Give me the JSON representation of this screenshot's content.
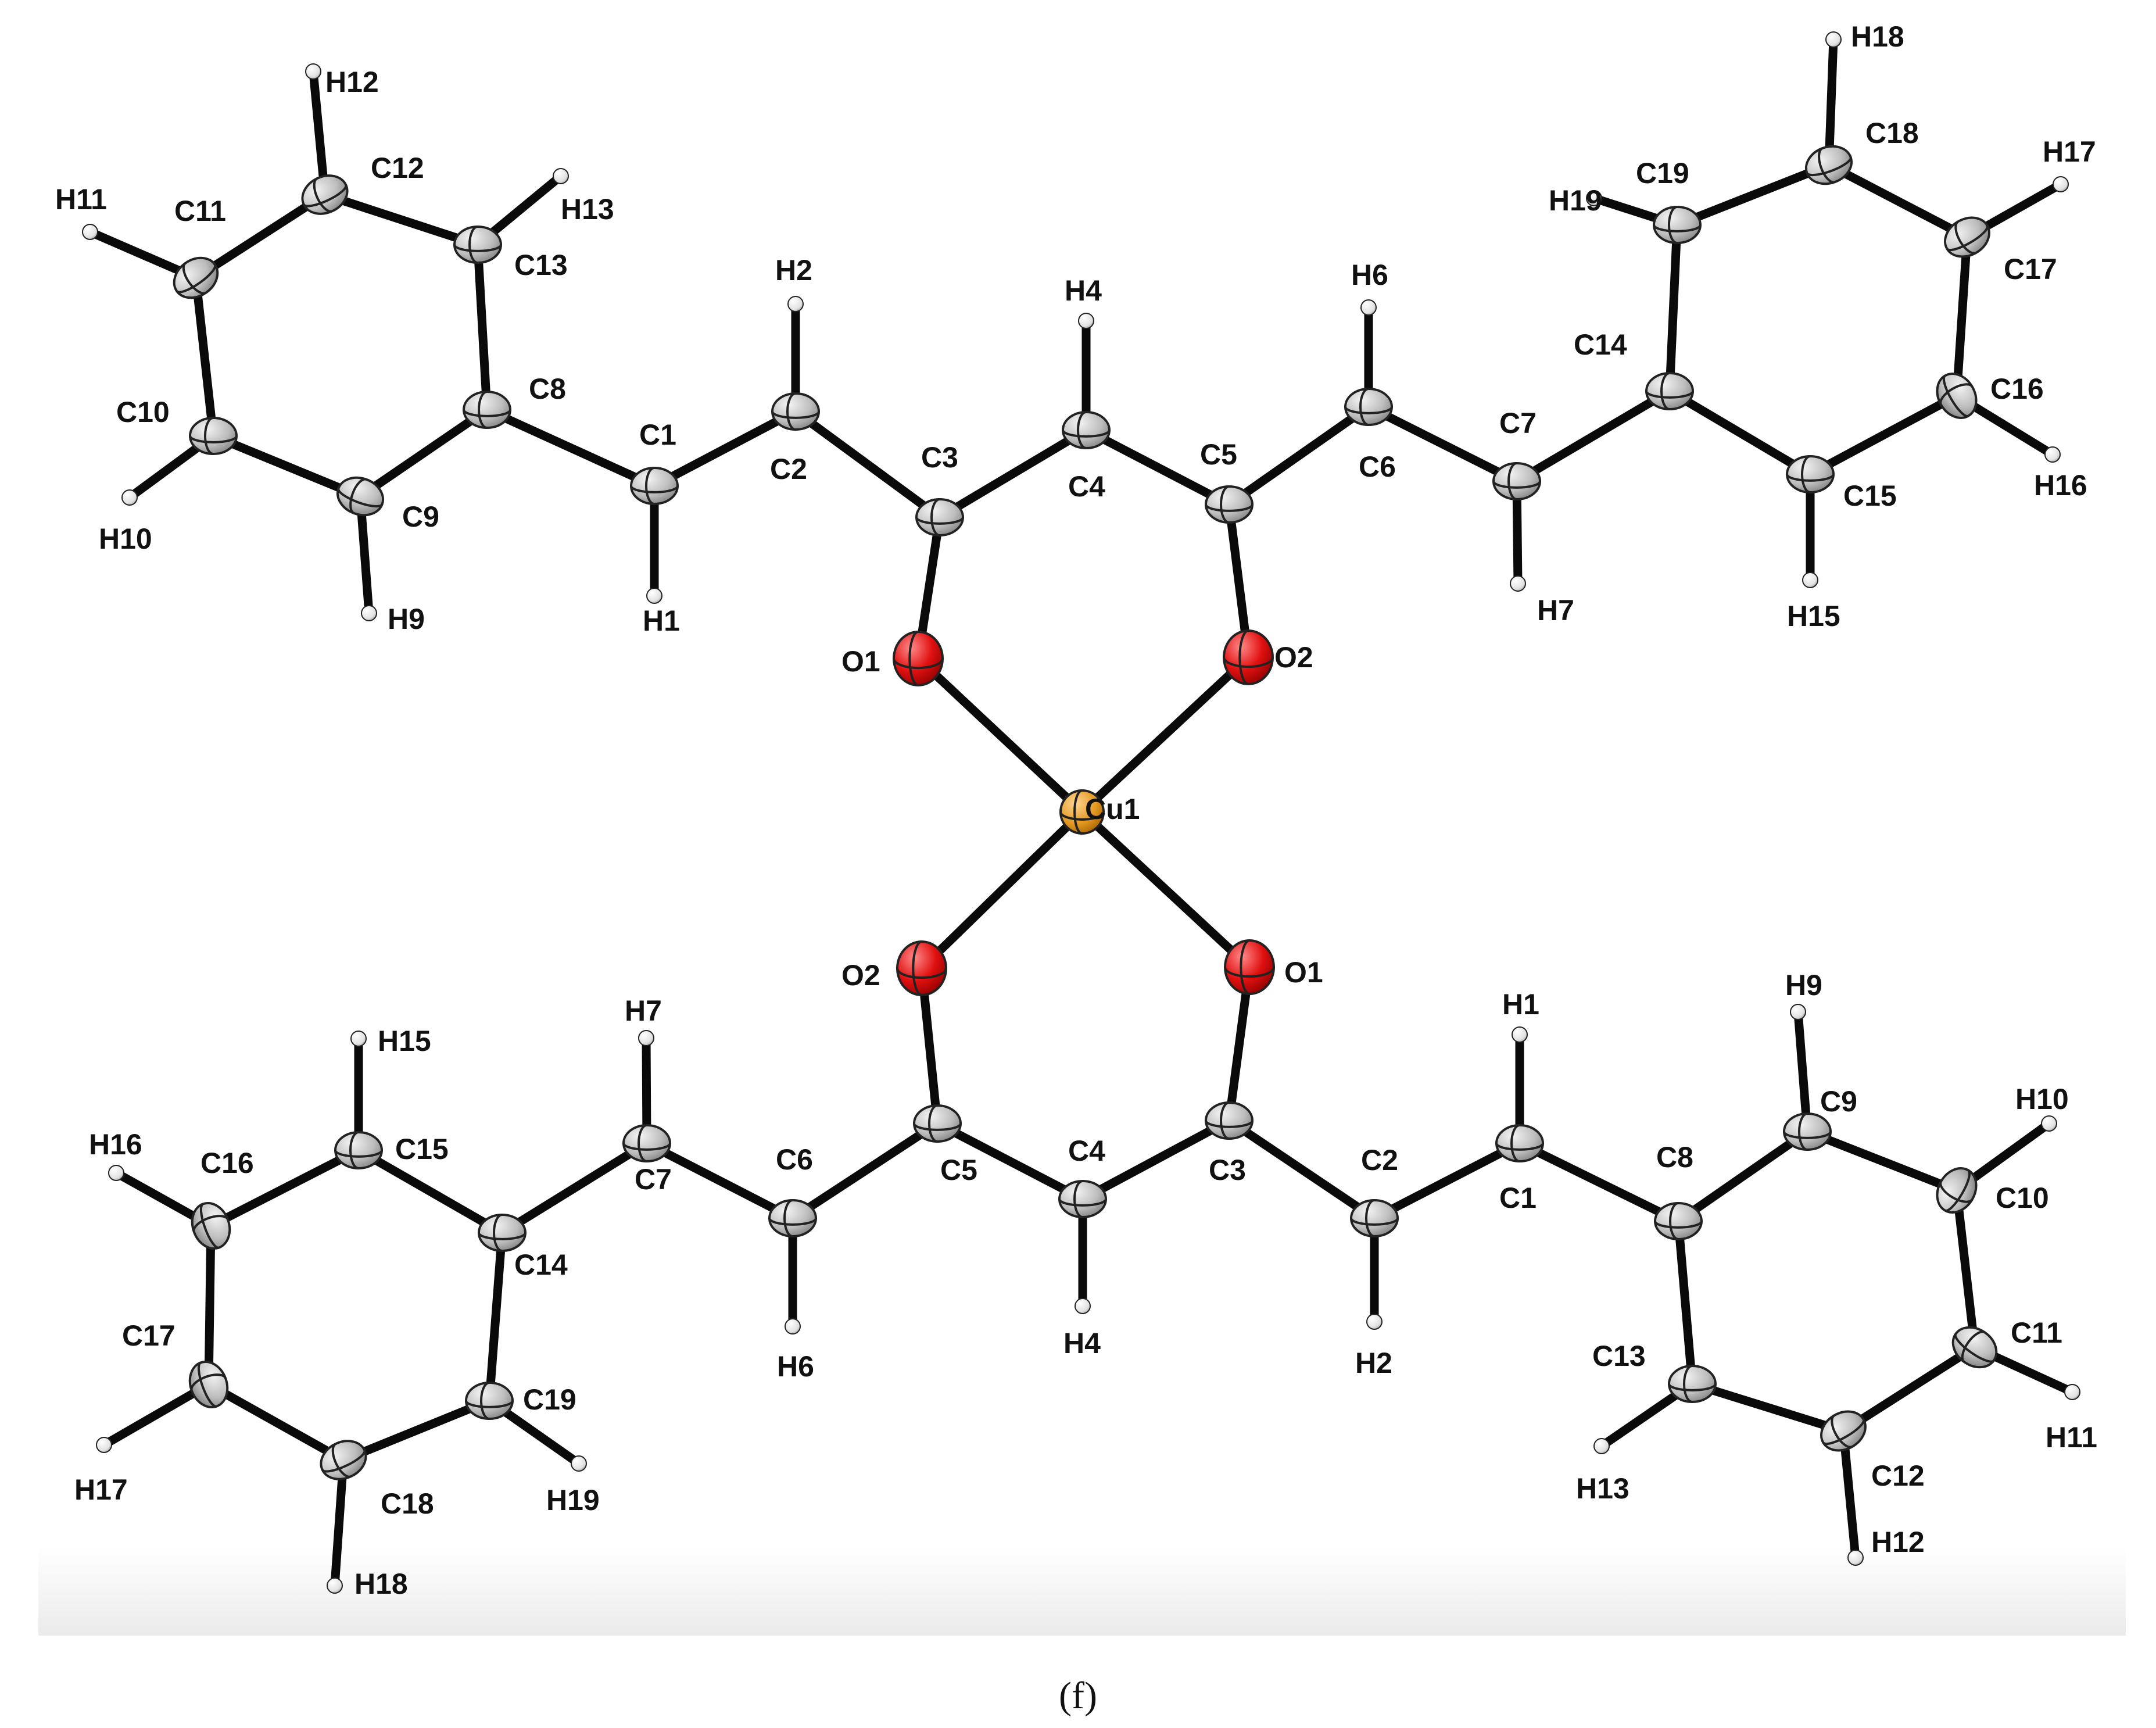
{
  "caption": "(f)",
  "colors": {
    "carbon": "#c4c4c4",
    "hydrogen": "#f2f2f2",
    "oxygen": "#e01010",
    "copper": "#e39820",
    "bond": "#0a0a0a"
  },
  "atoms": [
    {
      "id": "C1a",
      "label": "C1",
      "element": "C"
    },
    {
      "id": "C2a",
      "label": "C2",
      "element": "C"
    },
    {
      "id": "C3a",
      "label": "C3",
      "element": "C"
    },
    {
      "id": "C4a",
      "label": "C4",
      "element": "C"
    },
    {
      "id": "C5a",
      "label": "C5",
      "element": "C"
    },
    {
      "id": "C6a",
      "label": "C6",
      "element": "C"
    },
    {
      "id": "C7a",
      "label": "C7",
      "element": "C"
    },
    {
      "id": "C8a",
      "label": "C8",
      "element": "C"
    },
    {
      "id": "C9a",
      "label": "C9",
      "element": "C"
    },
    {
      "id": "C10a",
      "label": "C10",
      "element": "C"
    },
    {
      "id": "C11a",
      "label": "C11",
      "element": "C"
    },
    {
      "id": "C12a",
      "label": "C12",
      "element": "C"
    },
    {
      "id": "C13a",
      "label": "C13",
      "element": "C"
    },
    {
      "id": "C14a",
      "label": "C14",
      "element": "C"
    },
    {
      "id": "C15a",
      "label": "C15",
      "element": "C"
    },
    {
      "id": "C16a",
      "label": "C16",
      "element": "C"
    },
    {
      "id": "C17a",
      "label": "C17",
      "element": "C"
    },
    {
      "id": "C18a",
      "label": "C18",
      "element": "C"
    },
    {
      "id": "C19a",
      "label": "C19",
      "element": "C"
    },
    {
      "id": "H1a",
      "label": "H1",
      "element": "H"
    },
    {
      "id": "H2a",
      "label": "H2",
      "element": "H"
    },
    {
      "id": "H4a",
      "label": "H4",
      "element": "H"
    },
    {
      "id": "H6a",
      "label": "H6",
      "element": "H"
    },
    {
      "id": "H7a",
      "label": "H7",
      "element": "H"
    },
    {
      "id": "H9a",
      "label": "H9",
      "element": "H"
    },
    {
      "id": "H10a",
      "label": "H10",
      "element": "H"
    },
    {
      "id": "H11a",
      "label": "H11",
      "element": "H"
    },
    {
      "id": "H12a",
      "label": "H12",
      "element": "H"
    },
    {
      "id": "H13a",
      "label": "H13",
      "element": "H"
    },
    {
      "id": "H15a",
      "label": "H15",
      "element": "H"
    },
    {
      "id": "H16a",
      "label": "H16",
      "element": "H"
    },
    {
      "id": "H17a",
      "label": "H17",
      "element": "H"
    },
    {
      "id": "H18a",
      "label": "H18",
      "element": "H"
    },
    {
      "id": "H19a",
      "label": "H19",
      "element": "H"
    },
    {
      "id": "O1a",
      "label": "O1",
      "element": "O"
    },
    {
      "id": "O2a",
      "label": "O2",
      "element": "O"
    },
    {
      "id": "Cu1",
      "label": "Cu1",
      "element": "Cu"
    },
    {
      "id": "O1b",
      "label": "O1",
      "element": "O"
    },
    {
      "id": "O2b",
      "label": "O2",
      "element": "O"
    },
    {
      "id": "C1b",
      "label": "C1",
      "element": "C"
    },
    {
      "id": "C2b",
      "label": "C2",
      "element": "C"
    },
    {
      "id": "C3b",
      "label": "C3",
      "element": "C"
    },
    {
      "id": "C4b",
      "label": "C4",
      "element": "C"
    },
    {
      "id": "C5b",
      "label": "C5",
      "element": "C"
    },
    {
      "id": "C6b",
      "label": "C6",
      "element": "C"
    },
    {
      "id": "C7b",
      "label": "C7",
      "element": "C"
    },
    {
      "id": "C8b",
      "label": "C8",
      "element": "C"
    },
    {
      "id": "C9b",
      "label": "C9",
      "element": "C"
    },
    {
      "id": "C10b",
      "label": "C10",
      "element": "C"
    },
    {
      "id": "C11b",
      "label": "C11",
      "element": "C"
    },
    {
      "id": "C12b",
      "label": "C12",
      "element": "C"
    },
    {
      "id": "C13b",
      "label": "C13",
      "element": "C"
    },
    {
      "id": "C14b",
      "label": "C14",
      "element": "C"
    },
    {
      "id": "C15b",
      "label": "C15",
      "element": "C"
    },
    {
      "id": "C16b",
      "label": "C16",
      "element": "C"
    },
    {
      "id": "C17b",
      "label": "C17",
      "element": "C"
    },
    {
      "id": "C18b",
      "label": "C18",
      "element": "C"
    },
    {
      "id": "C19b",
      "label": "C19",
      "element": "C"
    },
    {
      "id": "H1b",
      "label": "H1",
      "element": "H"
    },
    {
      "id": "H2b",
      "label": "H2",
      "element": "H"
    },
    {
      "id": "H4b",
      "label": "H4",
      "element": "H"
    },
    {
      "id": "H6b",
      "label": "H6",
      "element": "H"
    },
    {
      "id": "H7b",
      "label": "H7",
      "element": "H"
    },
    {
      "id": "H9b",
      "label": "H9",
      "element": "H"
    },
    {
      "id": "H10b",
      "label": "H10",
      "element": "H"
    },
    {
      "id": "H11b",
      "label": "H11",
      "element": "H"
    },
    {
      "id": "H12b",
      "label": "H12",
      "element": "H"
    },
    {
      "id": "H13b",
      "label": "H13",
      "element": "H"
    },
    {
      "id": "H15b",
      "label": "H15",
      "element": "H"
    },
    {
      "id": "H16b",
      "label": "H16",
      "element": "H"
    },
    {
      "id": "H17b",
      "label": "H17",
      "element": "H"
    },
    {
      "id": "H18b",
      "label": "H18",
      "element": "H"
    },
    {
      "id": "H19b",
      "label": "H19",
      "element": "H"
    }
  ],
  "bonds": [
    [
      "C8a",
      "C9a"
    ],
    [
      "C9a",
      "C10a"
    ],
    [
      "C10a",
      "C11a"
    ],
    [
      "C11a",
      "C12a"
    ],
    [
      "C12a",
      "C13a"
    ],
    [
      "C13a",
      "C8a"
    ],
    [
      "C8a",
      "C1a"
    ],
    [
      "C1a",
      "C2a"
    ],
    [
      "C2a",
      "C3a"
    ],
    [
      "C3a",
      "C4a"
    ],
    [
      "C4a",
      "C5a"
    ],
    [
      "C5a",
      "C6a"
    ],
    [
      "C6a",
      "C7a"
    ],
    [
      "C7a",
      "C14a"
    ],
    [
      "C14a",
      "C15a"
    ],
    [
      "C15a",
      "C16a"
    ],
    [
      "C16a",
      "C17a"
    ],
    [
      "C17a",
      "C18a"
    ],
    [
      "C18a",
      "C19a"
    ],
    [
      "C19a",
      "C14a"
    ],
    [
      "C3a",
      "O1a"
    ],
    [
      "C5a",
      "O2a"
    ],
    [
      "O1a",
      "Cu1"
    ],
    [
      "O2a",
      "Cu1"
    ],
    [
      "C1a",
      "H1a"
    ],
    [
      "C2a",
      "H2a"
    ],
    [
      "C4a",
      "H4a"
    ],
    [
      "C6a",
      "H6a"
    ],
    [
      "C7a",
      "H7a"
    ],
    [
      "C9a",
      "H9a"
    ],
    [
      "C10a",
      "H10a"
    ],
    [
      "C11a",
      "H11a"
    ],
    [
      "C12a",
      "H12a"
    ],
    [
      "C13a",
      "H13a"
    ],
    [
      "C15a",
      "H15a"
    ],
    [
      "C16a",
      "H16a"
    ],
    [
      "C17a",
      "H17a"
    ],
    [
      "C18a",
      "H18a"
    ],
    [
      "C19a",
      "H19a"
    ],
    [
      "Cu1",
      "O2b"
    ],
    [
      "Cu1",
      "O1b"
    ],
    [
      "O2b",
      "C5b"
    ],
    [
      "O1b",
      "C3b"
    ],
    [
      "C5b",
      "C4b"
    ],
    [
      "C4b",
      "C3b"
    ],
    [
      "C5b",
      "C6b"
    ],
    [
      "C6b",
      "C7b"
    ],
    [
      "C7b",
      "C14b"
    ],
    [
      "C3b",
      "C2b"
    ],
    [
      "C2b",
      "C1b"
    ],
    [
      "C1b",
      "C8b"
    ],
    [
      "C14b",
      "C15b"
    ],
    [
      "C15b",
      "C16b"
    ],
    [
      "C16b",
      "C17b"
    ],
    [
      "C17b",
      "C18b"
    ],
    [
      "C18b",
      "C19b"
    ],
    [
      "C19b",
      "C14b"
    ],
    [
      "C8b",
      "C9b"
    ],
    [
      "C9b",
      "C10b"
    ],
    [
      "C10b",
      "C11b"
    ],
    [
      "C11b",
      "C12b"
    ],
    [
      "C12b",
      "C13b"
    ],
    [
      "C13b",
      "C8b"
    ],
    [
      "C1b",
      "H1b"
    ],
    [
      "C2b",
      "H2b"
    ],
    [
      "C4b",
      "H4b"
    ],
    [
      "C6b",
      "H6b"
    ],
    [
      "C7b",
      "H7b"
    ],
    [
      "C9b",
      "H9b"
    ],
    [
      "C10b",
      "H10b"
    ],
    [
      "C11b",
      "H11b"
    ],
    [
      "C12b",
      "H12b"
    ],
    [
      "C13b",
      "H13b"
    ],
    [
      "C15b",
      "H15b"
    ],
    [
      "C16b",
      "H16b"
    ],
    [
      "C17b",
      "H17b"
    ],
    [
      "C18b",
      "H18b"
    ],
    [
      "C19b",
      "H19b"
    ]
  ]
}
